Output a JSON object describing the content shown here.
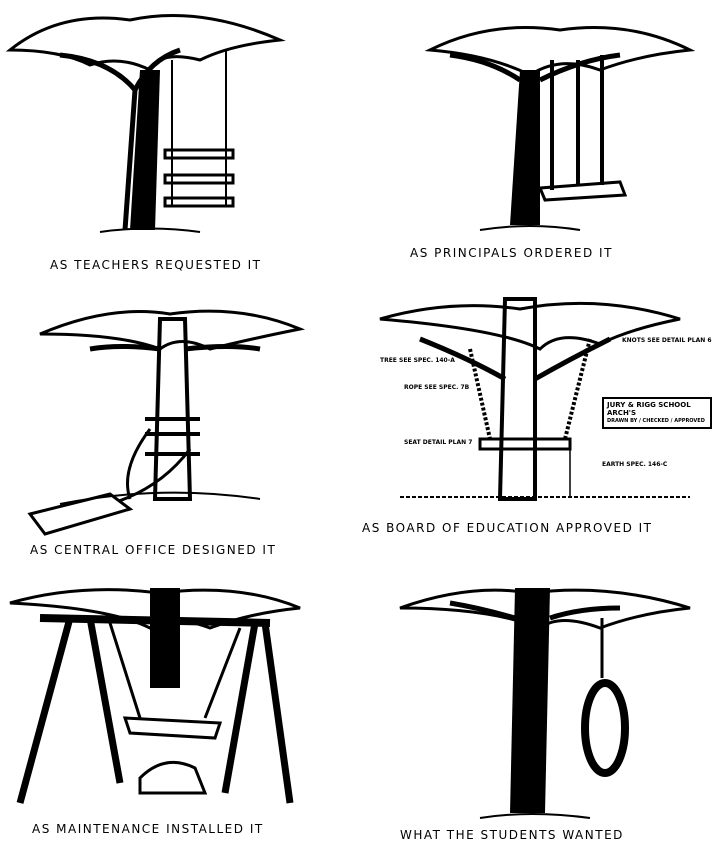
{
  "panels": [
    {
      "caption": "AS TEACHERS REQUESTED IT"
    },
    {
      "caption": "AS PRINCIPALS ORDERED IT"
    },
    {
      "caption": "AS CENTRAL OFFICE DESIGNED IT"
    },
    {
      "caption": "AS BOARD OF EDUCATION APPROVED IT"
    },
    {
      "caption": "AS MAINTENANCE INSTALLED IT"
    },
    {
      "caption": "WHAT THE STUDENTS WANTED"
    }
  ],
  "board_labels": {
    "tree": "TREE SEE SPEC. 140-A",
    "rope": "ROPE SEE SPEC. 7B",
    "knots": "KNOTS SEE DETAIL PLAN 6",
    "seat": "SEAT DETAIL PLAN 7",
    "earth": "EARTH SPEC. 146-C",
    "title_block_firm": "JURY & RIGG SCHOOL ARCH'S",
    "title_block_rows": "DRAWN BY / CHECKED / APPROVED"
  }
}
